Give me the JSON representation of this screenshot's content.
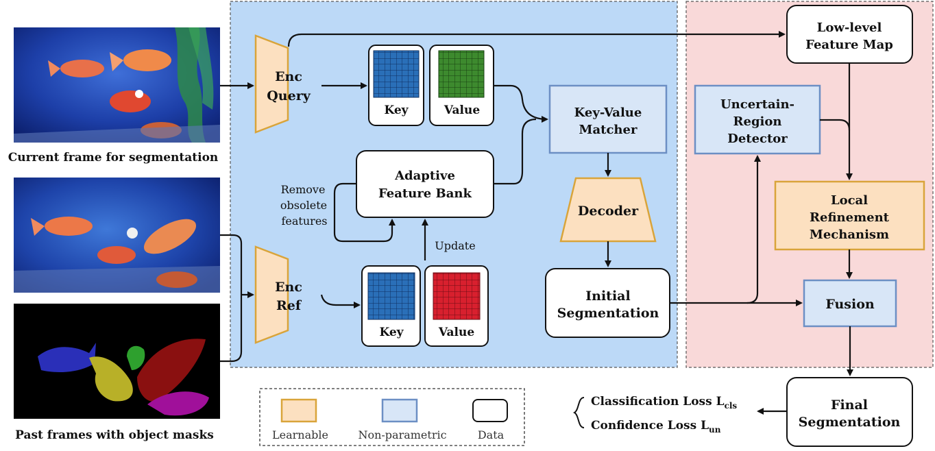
{
  "inputs": {
    "current_caption": "Current frame for segmentation",
    "past_caption": "Past frames with object masks"
  },
  "encoders": {
    "query": [
      "Enc",
      "Query"
    ],
    "ref": [
      "Enc",
      "Ref"
    ]
  },
  "memory": {
    "key_label": "Key",
    "value_label": "Value"
  },
  "feature_bank": {
    "lines": [
      "Adaptive",
      "Feature Bank"
    ],
    "remove_note": [
      "Remove",
      "obsolete",
      "features"
    ],
    "update_label": "Update"
  },
  "matcher": {
    "lines": [
      "Key-Value",
      "Matcher"
    ]
  },
  "decoder": {
    "label": "Decoder"
  },
  "initial_seg": {
    "lines": [
      "Initial",
      "Segmentation"
    ]
  },
  "low_level": {
    "lines": [
      "Low-level",
      "Feature Map"
    ]
  },
  "uncertain": {
    "lines": [
      "Uncertain-",
      "Region",
      "Detector"
    ]
  },
  "local_ref": {
    "lines": [
      "Local",
      "Refinement",
      "Mechanism"
    ]
  },
  "fusion": {
    "label": "Fusion"
  },
  "final_seg": {
    "lines": [
      "Final",
      "Segmentation"
    ]
  },
  "losses": {
    "cls_text": "Classification Loss L",
    "cls_sub": "cls",
    "un_text": "Confidence Loss L",
    "un_sub": "un"
  },
  "legend": {
    "learnable": "Learnable",
    "non_parametric": "Non-parametric",
    "data": "Data"
  },
  "colors": {
    "blue_region": "#bcd9f7",
    "pink_region": "#f9d9d9",
    "learnable_fill": "#fce0c0",
    "learnable_stroke": "#d9a43a",
    "nonparam_fill": "#d8e6f7",
    "nonparam_stroke": "#6c8fc4",
    "key_grid": "#2a6fb8",
    "value_grid_current": "#3d8a2e",
    "value_grid_ref": "#d8202e"
  }
}
